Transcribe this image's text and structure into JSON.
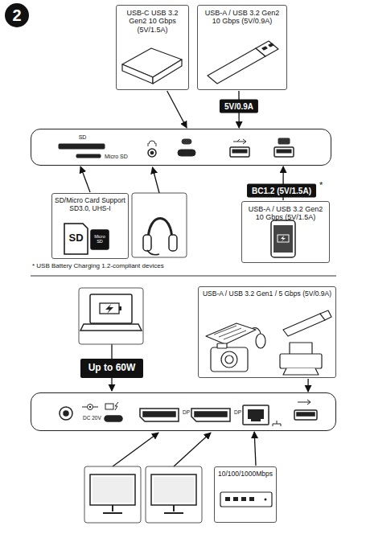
{
  "diagram": {
    "nodes": [
      {
        "text": [
          "2"
        ]
      },
      {
        "text": [
          "USB-C USB 3.2 Gen2 10 Gbps (5V/1.5A)"
        ]
      },
      {
        "text": [
          "USB-A / USB 3.2 Gen2 10 Gbps (5V/0.9A)"
        ]
      },
      {
        "text": [
          "SD",
          "Micro SD"
        ]
      },
      {
        "text": [
          "SD/Micro Card Support SD3.0, UHS-I"
        ]
      },
      {
        "text": [
          "USB-A / USB 3.2 Gen2 10 Gbps (5V/1.5A)"
        ]
      },
      {
        "text": [
          "USB-A / USB 3.2 Gen1 / 5 Gbps (5V/0.9A)"
        ]
      },
      {
        "text": [
          "DC 20V",
          "DP",
          "DP"
        ]
      },
      {
        "text": [
          "10/100/1000Mbps"
        ]
      }
    ],
    "edges": [
      {
        "from": 1,
        "to": 3,
        "arrow": "to"
      },
      {
        "from": 2,
        "to": 3,
        "label": "5V/0.9A",
        "arrow": "to"
      },
      {
        "from": 4,
        "to": 3,
        "arrow": "to"
      },
      {
        "from": 5,
        "to": 3,
        "label": "BC1.2 (5V/1.5A)",
        "arrow": "to"
      },
      {
        "from": 6,
        "to": 7,
        "arrow": "to"
      },
      {
        "from": 8,
        "to": 7,
        "arrow": "to"
      }
    ],
    "labels": [
      "*",
      "* USB Battery Charging 1.2-compliant devices",
      "SD",
      "Micro SD",
      "Up to 60W"
    ]
  }
}
